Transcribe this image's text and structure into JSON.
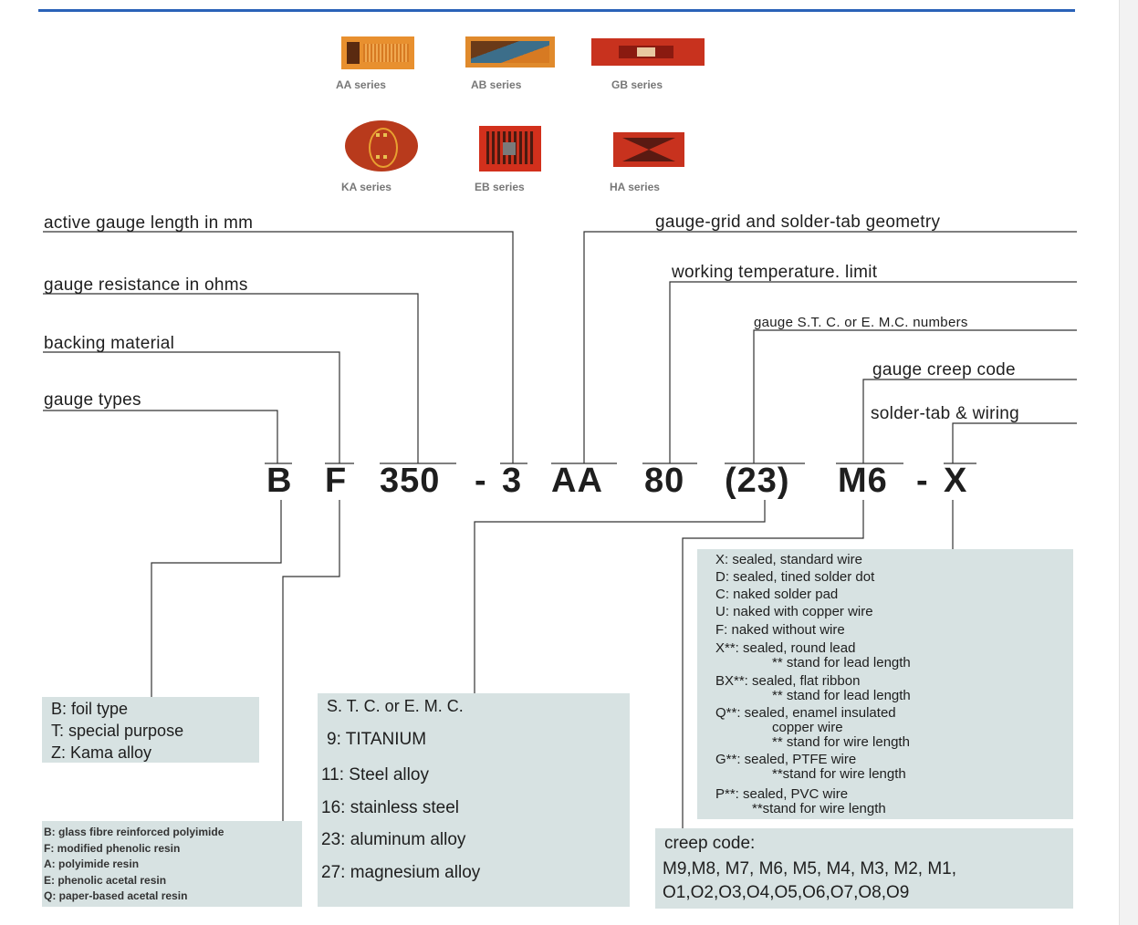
{
  "series": [
    {
      "label": "AA series"
    },
    {
      "label": "AB series"
    },
    {
      "label": "GB series"
    },
    {
      "label": "KA series"
    },
    {
      "label": "EB series"
    },
    {
      "label": "HA series"
    }
  ],
  "labels": {
    "active_length": "active gauge length in mm",
    "resistance": "gauge resistance in ohms",
    "backing": "backing material",
    "types": "gauge types",
    "geometry": "gauge-grid and solder-tab geometry",
    "temperature": "working  temperature.  limit",
    "stc": "gauge S.T. C.  or  E. M.C.  numbers",
    "creep": "gauge creep code",
    "solder": "solder-tab & wiring"
  },
  "code": {
    "b": "B",
    "f": "F",
    "r350": "350",
    "dash1": "-",
    "len3": "3",
    "aa": "AA",
    "t80": "80",
    "p23": "(23)",
    "m6": "M6",
    "dash2": "-",
    "x": "X"
  },
  "box_types": [
    "B:  foil type",
    "T:  special purpose",
    "Z:  Kama alloy"
  ],
  "box_backing": [
    "B:  glass fibre reinforced polyimide",
    "F:  modified  phenolic  resin",
    "A:  polyimide resin",
    "E:  phenolic acetal resin",
    "Q:  paper-based acetal resin"
  ],
  "box_stc": {
    "title": "S. T. C.   or  E. M. C.",
    "items": [
      "9:  TITANIUM",
      "11:  Steel alloy",
      "16:  stainless  steel",
      "23:  aluminum  alloy",
      "27:  magnesium alloy"
    ]
  },
  "box_wiring": [
    "X:  sealed,  standard   wire",
    "D:  sealed, tined solder dot",
    "C:  naked  solder  pad",
    "U:  naked  with copper wire",
    "F:  naked  without  wire",
    "X**:  sealed, round  lead",
    "** stand  for  lead  length",
    "BX**:  sealed,  flat  ribbon",
    "**  stand  for  lead  length",
    "Q**:  sealed,  enamel  insulated",
    "copper  wire",
    "** stand for wire length",
    "G**:  sealed,  PTFE  wire",
    "**stand for wire length",
    "P**: sealed, PVC wire",
    "**stand for wire length"
  ],
  "box_creep": {
    "title": "creep  code:",
    "line1": "M9,M8, M7, M6, M5, M4, M3, M2, M1,",
    "line2": "O1,O2,O3,O4,O5,O6,O7,O8,O9"
  },
  "colors": {
    "top_rule": "#2a62b8",
    "box_fill": "#d7e2e2",
    "line": "#333333",
    "gauge_orange": "#e8902f",
    "gauge_red": "#c8321e"
  }
}
